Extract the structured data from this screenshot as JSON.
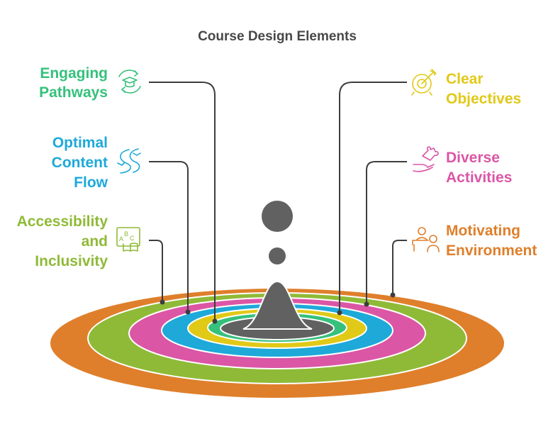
{
  "title": "Course Design Elements",
  "colors": {
    "orange": "#df7f2b",
    "green": "#8fba37",
    "pink": "#db56a5",
    "blue": "#1ea9d9",
    "yellow": "#e1c917",
    "teal": "#35c17c",
    "core": "#616161",
    "connector": "#3d3d3d",
    "title": "#484848"
  },
  "left_items": [
    {
      "lines": [
        "Engaging",
        "Pathways"
      ],
      "icon": "graduation-cap-cycle-icon",
      "color": "#35c17c"
    },
    {
      "lines": [
        "Optimal",
        "Content",
        "Flow"
      ],
      "icon": "winding-river-icon",
      "color": "#1ea9d9"
    },
    {
      "lines": [
        "Accessibility",
        "and",
        "Inclusivity"
      ],
      "icon": "abc-book-icon",
      "color": "#8fba37"
    }
  ],
  "right_items": [
    {
      "lines": [
        "Clear",
        "Objectives"
      ],
      "icon": "target-arrow-icon",
      "color": "#e1c917"
    },
    {
      "lines": [
        "Diverse",
        "Activities"
      ],
      "icon": "hand-puzzle-icon",
      "color": "#db56a5"
    },
    {
      "lines": [
        "Motivating",
        "Environment"
      ],
      "icon": "teacher-student-icon",
      "color": "#df7f2b"
    }
  ]
}
